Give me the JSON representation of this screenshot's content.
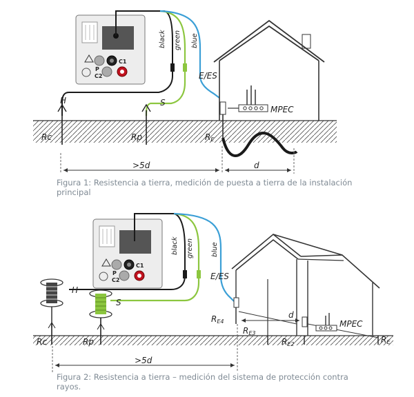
{
  "figure1": {
    "labels": {
      "black": "black",
      "green": "green",
      "blue": "blue",
      "h": "H",
      "s": "S",
      "ees": "E/ES",
      "rc": "Rc",
      "rp": "Rp",
      "re_r": "R",
      "re_sub": "E",
      "mpec": "MPEC",
      "dist_far": ">5d",
      "dist_near": "d"
    },
    "meter": {
      "c1": "C1",
      "p": "P",
      "c2": "C2"
    },
    "caption": [
      "Figura 1: Resistencia a tierra, medición de puesta a tierra de la instalación",
      "principal"
    ]
  },
  "figure2": {
    "labels": {
      "black": "black",
      "green": "green",
      "blue": "blue",
      "h": "H",
      "s": "S",
      "ees": "E/ES",
      "rc": "Rc",
      "rp": "Rp",
      "re4_r": "R",
      "re4_sub": "E4",
      "re3_r": "R",
      "re3_sub": "E3",
      "re2_r": "R",
      "re2_sub": "E2",
      "re_r": "R",
      "re_sub": "E",
      "mpec": "MPEC",
      "dist_far": ">5d",
      "dist_near": "d"
    },
    "meter": {
      "c1": "C1",
      "p": "P",
      "c2": "C2"
    },
    "caption": [
      "Figura 2: Resistencia a tierra – medición del sistema de protección contra",
      "rayos."
    ]
  },
  "colors": {
    "black": "#1a1a1a",
    "green": "#8cc63f",
    "blue": "#3b9fd6",
    "red": "#c1121f"
  }
}
